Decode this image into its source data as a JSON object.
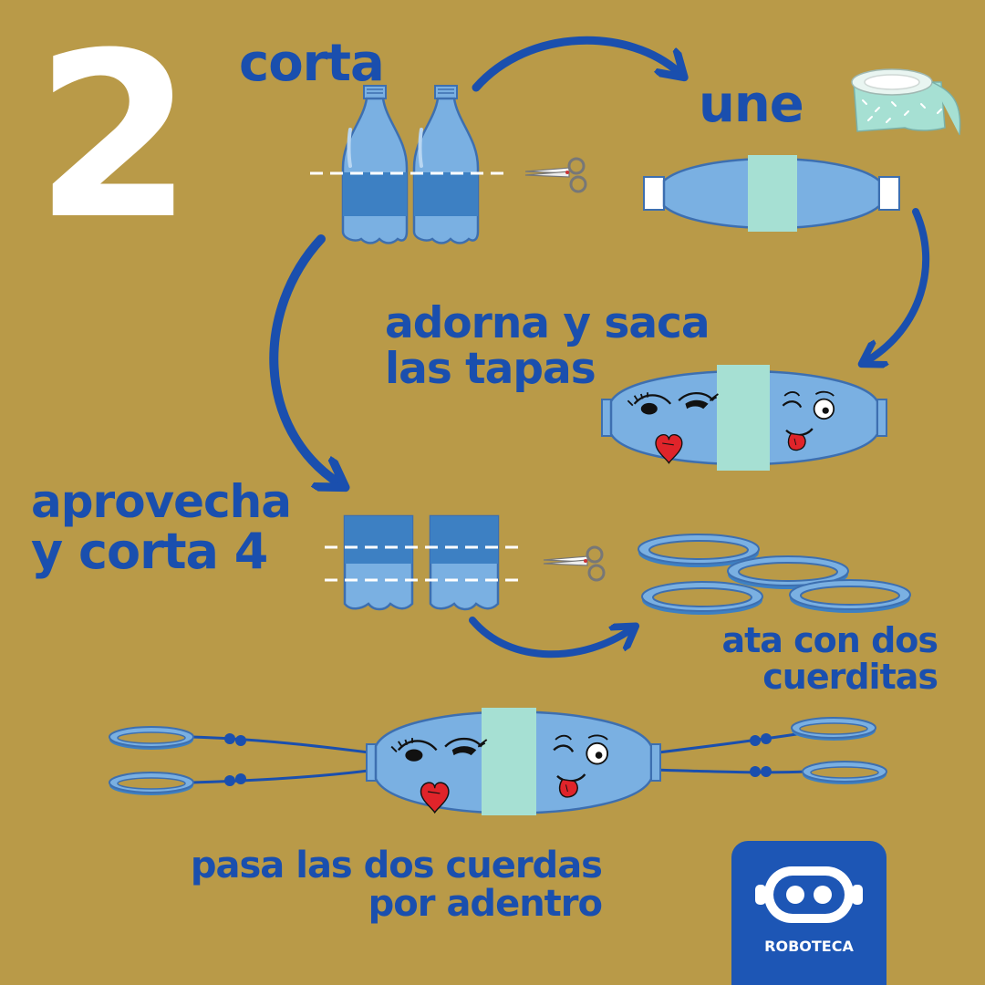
{
  "step_number": "2",
  "labels": {
    "corta": "corta",
    "une": "une",
    "adorna_line1": "adorna y saca",
    "adorna_line2": "las tapas",
    "aprovecha_line1": "aprovecha",
    "aprovecha_line2": "y corta 4",
    "ata_line1": "ata con dos",
    "ata_line2": "cuerditas",
    "pasa_line1": "pasa las dos cuerdas",
    "pasa_line2": "por adentro"
  },
  "logo": {
    "text": "ROBOTECA"
  },
  "colors": {
    "background": "#b99a48",
    "text_blue": "#1a4fae",
    "bottle_light": "#7ab0e2",
    "bottle_dark": "#3d80c3",
    "tape_mint": "#a6e0d3",
    "logo_blue": "#1d56b5",
    "heart_red": "#e0242a"
  },
  "icons": [
    "bottle-icon",
    "scissors-icon",
    "tape-roll-icon",
    "arrow-icon",
    "ring-icon",
    "face-icon",
    "robot-logo-icon"
  ]
}
